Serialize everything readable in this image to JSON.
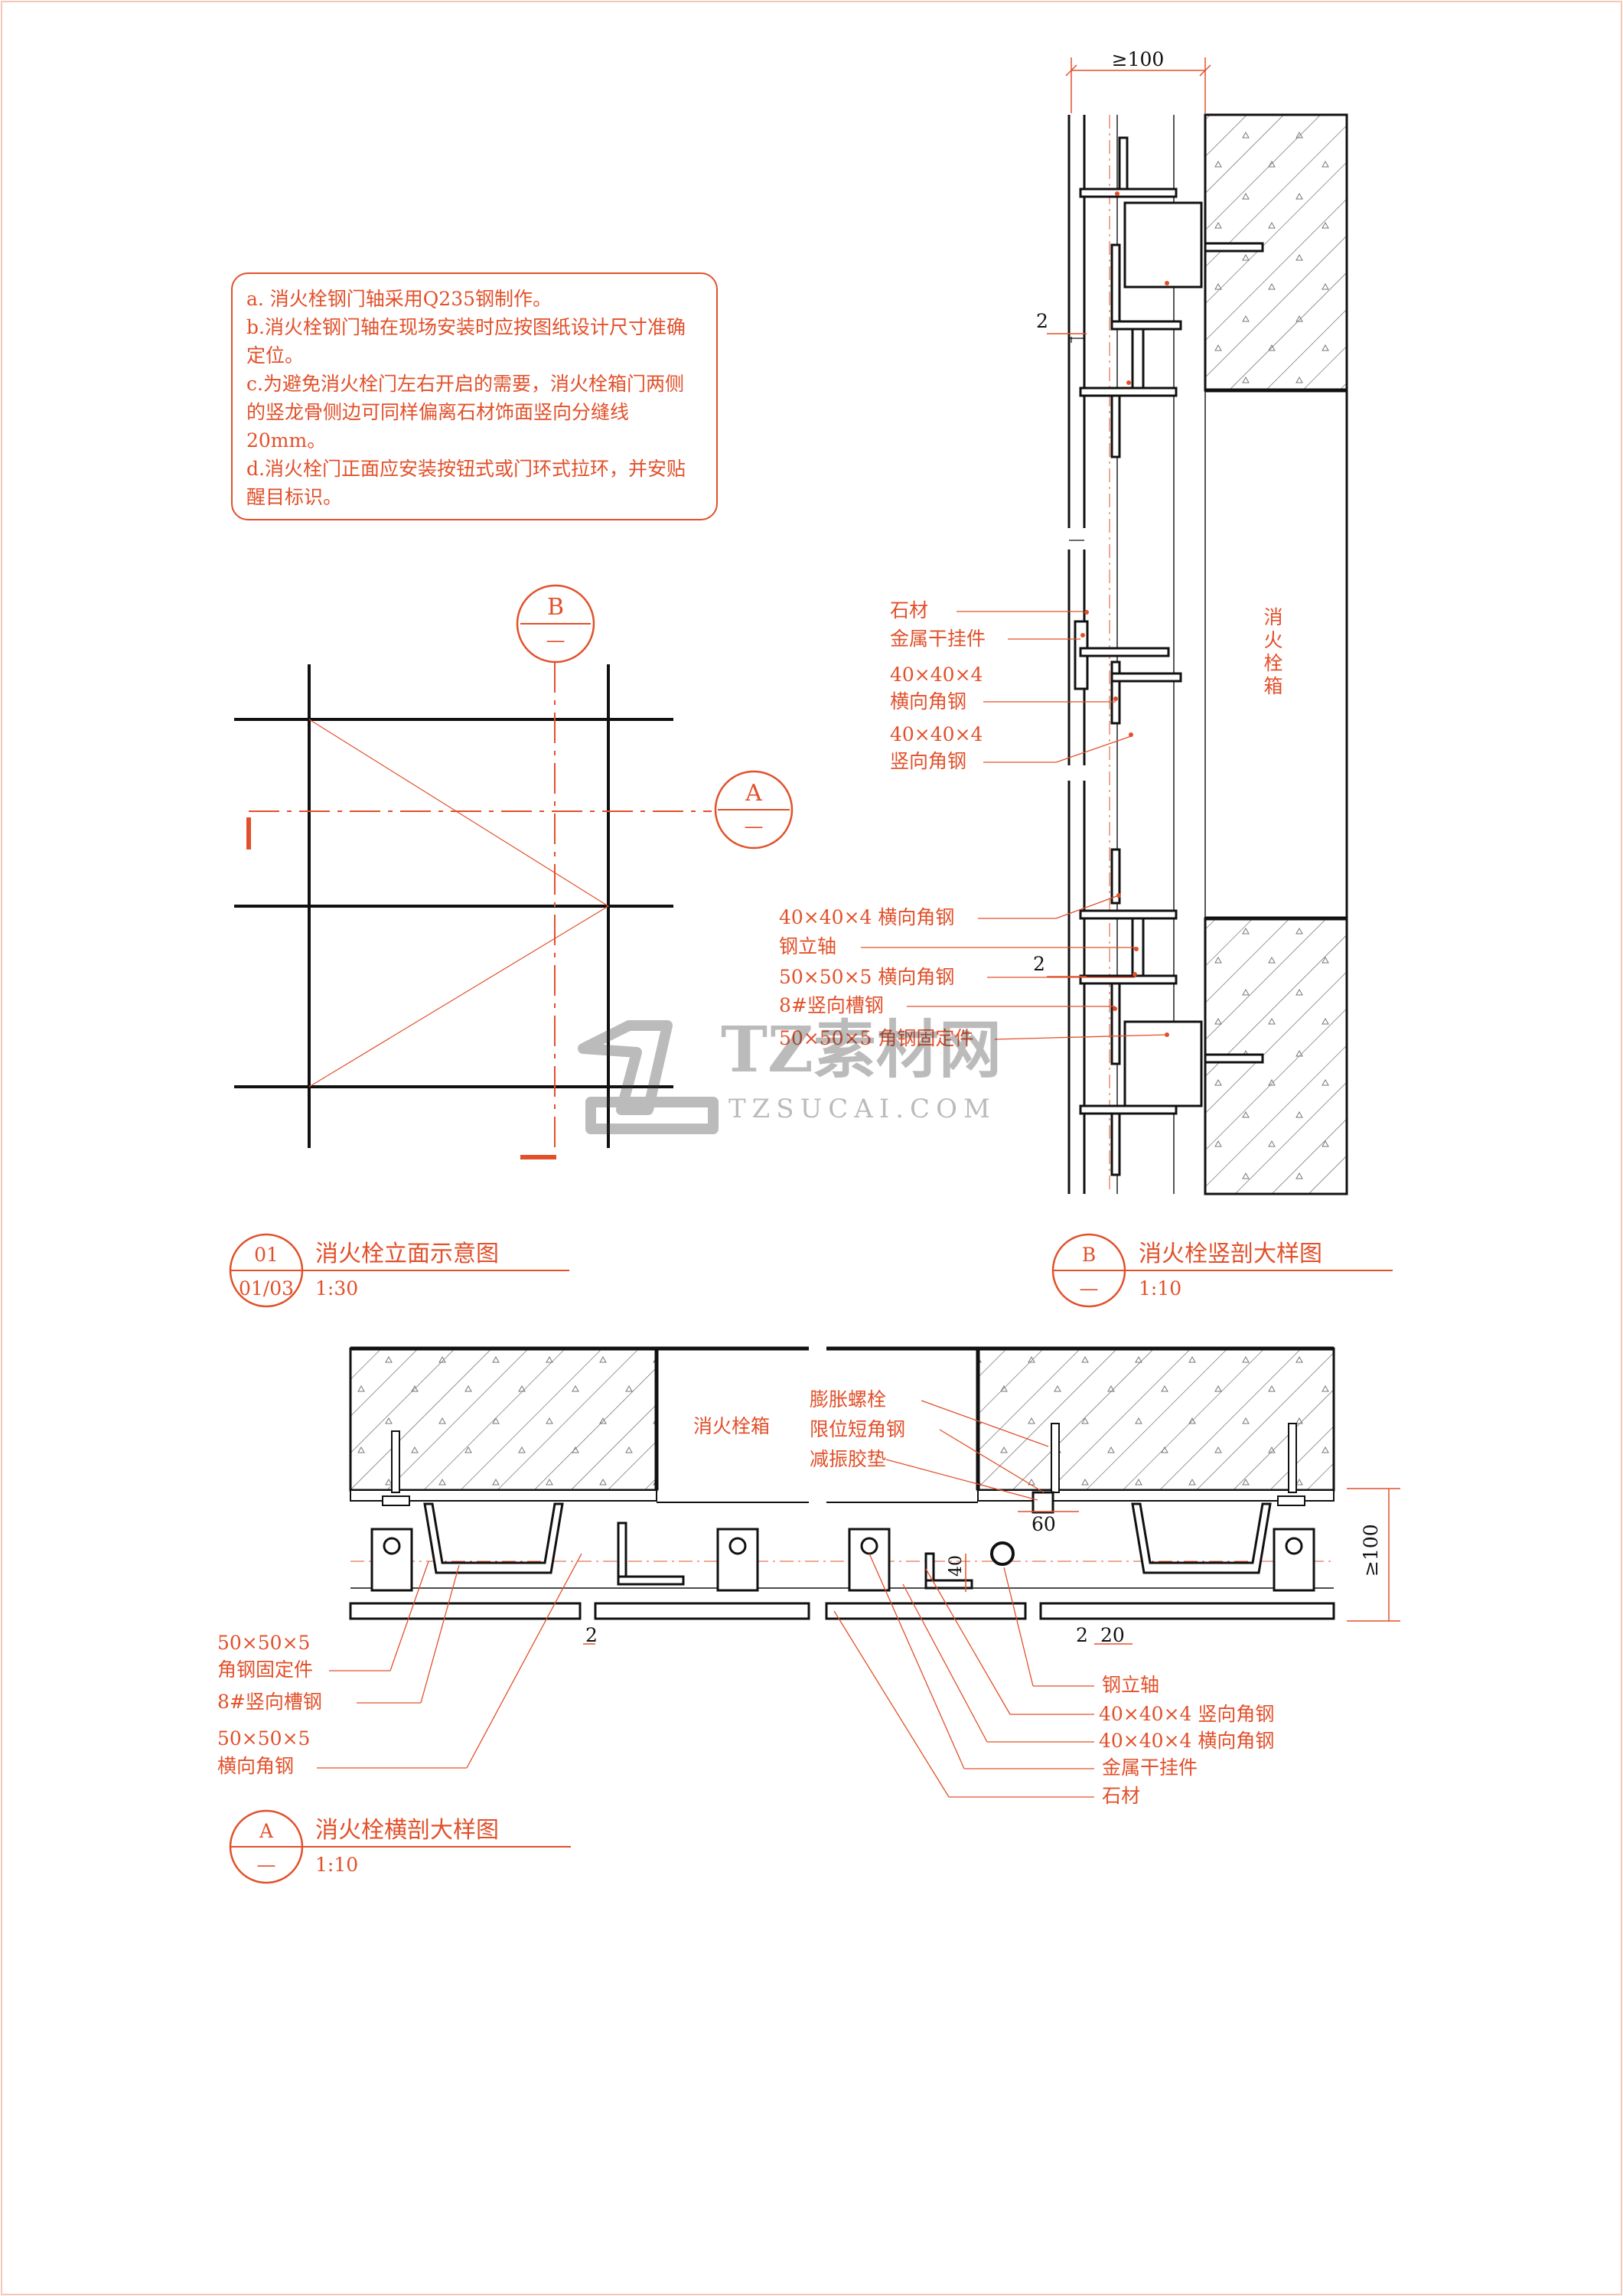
{
  "notes": [
    "a. 消火栓钢门轴采用Q235钢制作。",
    "b.消火栓钢门轴在现场安装时应按图纸设计尺寸准确定位。",
    "c.为避免消火栓门左右开启的需要，消火栓箱门两侧的竖龙骨侧边可同样偏离石材饰面竖向分缝线20mm。",
    "d.消火栓门正面应安装按钮式或门环式拉环，并安贴醒目标识。"
  ],
  "elevation": {
    "marker_b": "B",
    "marker_b_sub": "—",
    "marker_a": "A",
    "marker_a_sub": "—",
    "title_num": "01",
    "title_ref": "01/03",
    "title": "消火栓立面示意图",
    "scale": "1:30"
  },
  "vertical_section": {
    "dim_top": "≥100",
    "dim_gap_upper": "2",
    "dim_gap_lower": "2",
    "box_label": "消火栓箱",
    "labels_upper": [
      "石材",
      "金属干挂件",
      "40×40×4",
      "横向角钢",
      "40×40×4",
      "竖向角钢"
    ],
    "labels_lower": [
      "40×40×4 横向角钢",
      "钢立轴",
      "50×50×5 横向角钢",
      "8#竖向槽钢",
      "50×50×5 角钢固定件"
    ],
    "title_num": "B",
    "title_ref": "—",
    "title": "消火栓竖剖大样图",
    "scale": "1:10"
  },
  "horizontal_section": {
    "box_label": "消火栓箱",
    "labels_left": [
      "50×50×5",
      "角钢固定件",
      "8#竖向槽钢",
      "50×50×5",
      "横向角钢"
    ],
    "labels_top_right": [
      "膨胀螺栓",
      "限位短角钢",
      "减振胶垫"
    ],
    "labels_bottom_right": [
      "钢立轴",
      "40×40×4 竖向角钢",
      "40×40×4 横向角钢",
      "金属干挂件",
      "石材"
    ],
    "dim_60": "60",
    "dim_40": "40",
    "dim_2_left": "2",
    "dim_2_right": "2",
    "dim_20": "20",
    "dim_100": "≥100",
    "title_num": "A",
    "title_ref": "—",
    "title": "消火栓横剖大样图",
    "scale": "1:10"
  },
  "watermark": {
    "brand": "TZ素材网",
    "site": "TZSUCAI.COM"
  },
  "colors": {
    "accent": "#e2502a",
    "line": "#111111",
    "border": "#f2c8b8"
  }
}
